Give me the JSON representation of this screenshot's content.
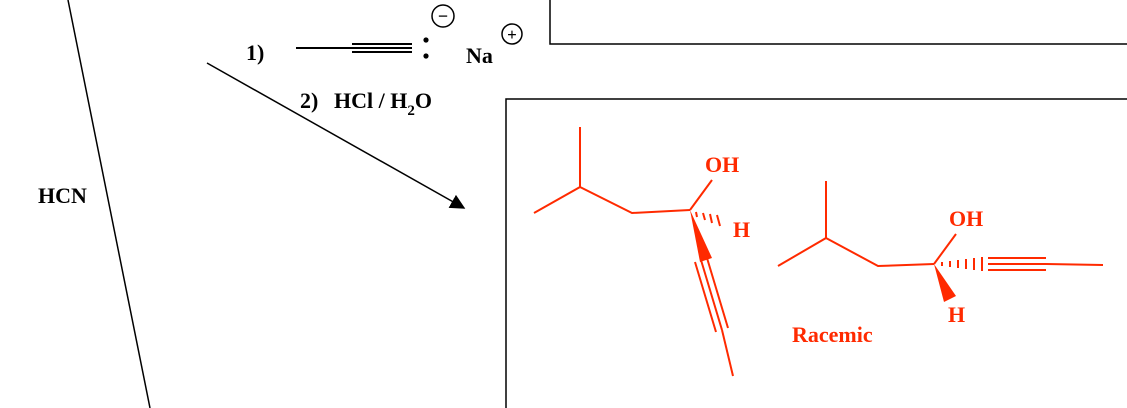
{
  "reagents": {
    "step1_number": "1)",
    "step2_number": "2)",
    "step2_reagent": "HCl / H",
    "step2_subscript": "2",
    "step2_suffix": "O",
    "counter_ion": "Na",
    "anion_charge": "−",
    "cation_charge": "+",
    "hcn": "HCN"
  },
  "product": {
    "left_oh": "OH",
    "left_h": "H",
    "right_oh": "OH",
    "right_h": "H",
    "note": "Racemic"
  },
  "colors": {
    "reagent": "#000000",
    "product": "#ff2a00"
  }
}
